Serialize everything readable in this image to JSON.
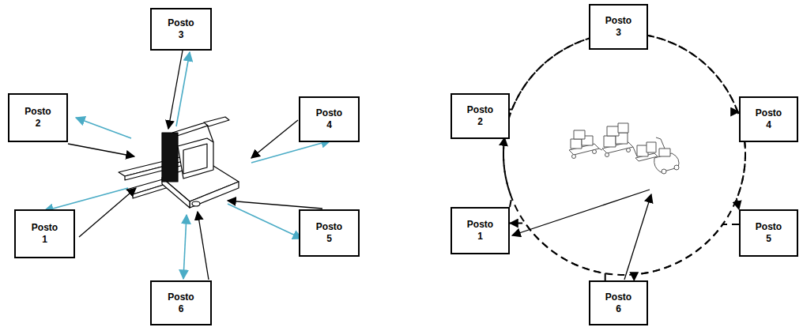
{
  "diagram": {
    "nodes": [
      {
        "text": [
          "Posto 1"
        ]
      },
      {
        "text": [
          "Posto 2"
        ]
      },
      {
        "text": [
          "Posto 3"
        ]
      },
      {
        "text": [
          "Posto 4"
        ]
      },
      {
        "text": [
          "Posto 5"
        ]
      },
      {
        "text": [
          "Posto 6"
        ]
      },
      {
        "text": [
          "Posto 1"
        ]
      },
      {
        "text": [
          "Posto 2"
        ]
      },
      {
        "text": [
          "Posto 3"
        ]
      },
      {
        "text": [
          "Posto 4"
        ]
      },
      {
        "text": [
          "Posto 5"
        ]
      },
      {
        "text": [
          "Posto 6"
        ]
      }
    ],
    "edges": [
      {
        "from": 6,
        "to": 7,
        "arrow": "to"
      },
      {
        "from": 7,
        "to": 8,
        "arrow": "to"
      },
      {
        "from": 8,
        "to": 9,
        "arrow": "to"
      },
      {
        "from": 9,
        "to": 10,
        "arrow": "to"
      },
      {
        "from": 10,
        "to": 11,
        "arrow": "to"
      },
      {
        "from": 11,
        "to": 6,
        "arrow": "to"
      }
    ]
  }
}
